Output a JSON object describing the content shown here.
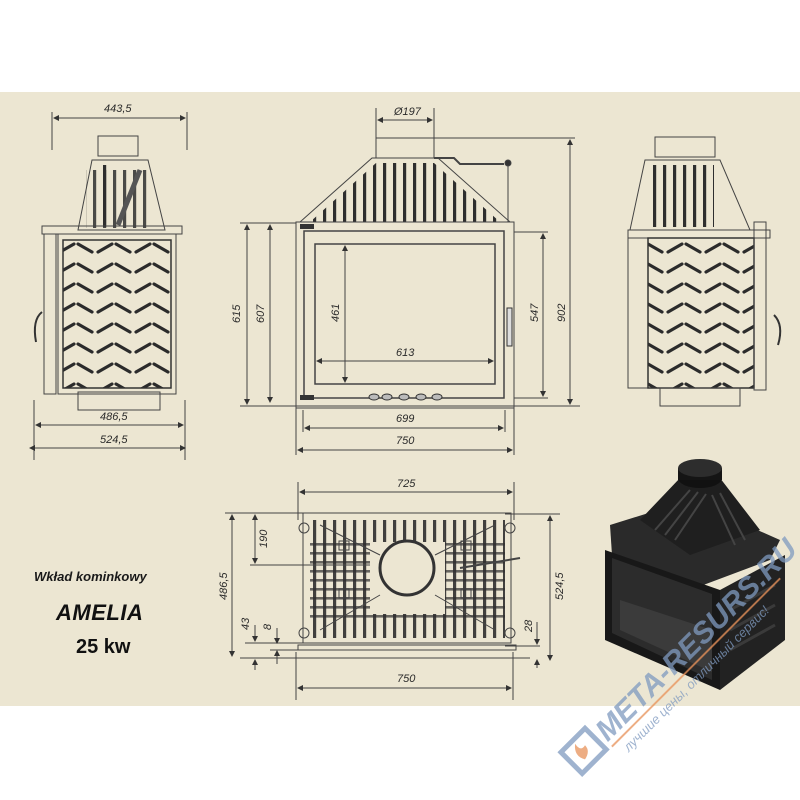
{
  "product": {
    "category_label": "Wkład kominkowy",
    "model_name": "AMELIA",
    "power_label": "25 kw"
  },
  "colors": {
    "sheet_background": "#ece6d2",
    "page_background": "#ffffff",
    "line": "#3a3a3a",
    "render_body": "#1c1c1c",
    "watermark_blue": "#7f9ac0",
    "watermark_orange": "#e8925a"
  },
  "views": {
    "left_side": {
      "top_width": "443,5",
      "inner_width": "486,5",
      "outer_width": "524,5"
    },
    "front": {
      "flue_diameter": "Ø197",
      "height_left_outer": "615",
      "height_left_inner": "607",
      "glass_height": "461",
      "glass_width": "613",
      "door_height": "547",
      "total_height": "902",
      "door_width": "699",
      "total_width": "750"
    },
    "right_side": {},
    "top_plan": {
      "top_width": "725",
      "flue_offset": "190",
      "depth_left": "486,5",
      "offset_43": "43",
      "offset_8": "8",
      "offset_28": "28",
      "depth_right": "524,5",
      "bottom_width": "750"
    },
    "render_3d": {}
  },
  "watermark": {
    "brand": "МЕТА-RESURS.RU",
    "slogan": "лучшие цены, отличный сервис!"
  }
}
